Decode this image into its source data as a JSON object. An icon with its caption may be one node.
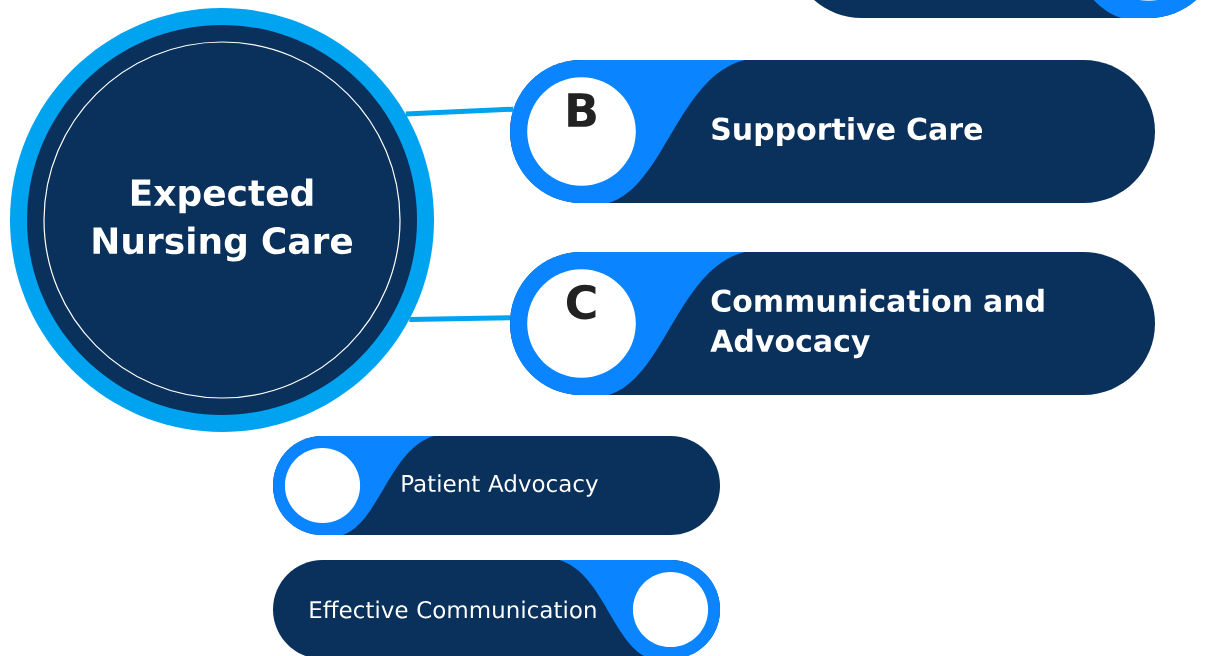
{
  "diagram": {
    "nodes": [
      {
        "text": [
          "Expected Nursing Care"
        ]
      },
      {
        "text": [],
        "shape": "box"
      },
      {
        "text": [
          "B",
          "Supportive Care"
        ]
      },
      {
        "text": [
          "C",
          "Communication and Advocacy"
        ]
      },
      {
        "text": [
          "Patient Advocacy"
        ]
      },
      {
        "text": [
          "Effective Communication"
        ]
      }
    ],
    "edges": [
      {
        "from": 0,
        "to": 2,
        "arrow": "none"
      },
      {
        "from": 0,
        "to": 3,
        "arrow": "none"
      }
    ]
  }
}
